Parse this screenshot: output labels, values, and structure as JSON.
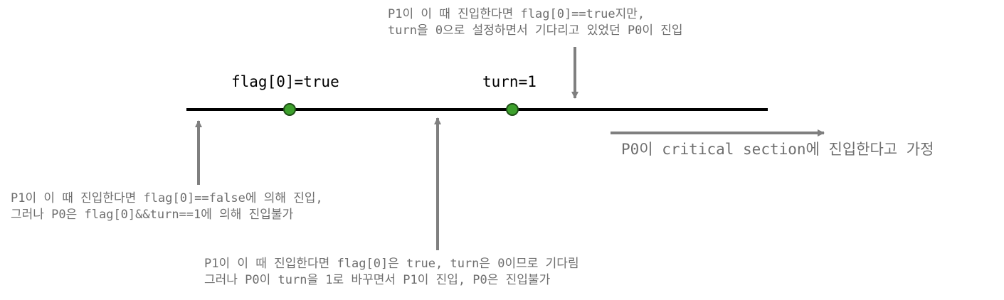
{
  "colors": {
    "timeline": "#000000",
    "event_point_fill": "#3da02c",
    "event_point_stroke": "#1f4f17",
    "arrow": "#7f7f7f",
    "note_text": "#6e6e6e",
    "label_text": "#000000"
  },
  "events": [
    {
      "label": "flag[0]=true"
    },
    {
      "label": "turn=1"
    }
  ],
  "direction_label": "P0이 critical section에 진입한다고 가정",
  "notes": {
    "top": {
      "line1": "P1이 이 때 진입한다면 flag[0]==true지만,",
      "line2": "turn을 0으로 설정하면서 기다리고 있었던 P0이 진입"
    },
    "left": {
      "line1": "P1이 이 때 진입한다면 flag[0]==false에 의해 진입,",
      "line2": "그러나 P0은 flag[0]&&turn==1에 의해 진입불가"
    },
    "middle": {
      "line1": "P1이 이 때 진입한다면 flag[0]은 true, turn은 0이므로 기다림",
      "line2": "그러나 P0이 turn을 1로 바꾸면서 P1이 진입, P0은 진입불가"
    }
  }
}
